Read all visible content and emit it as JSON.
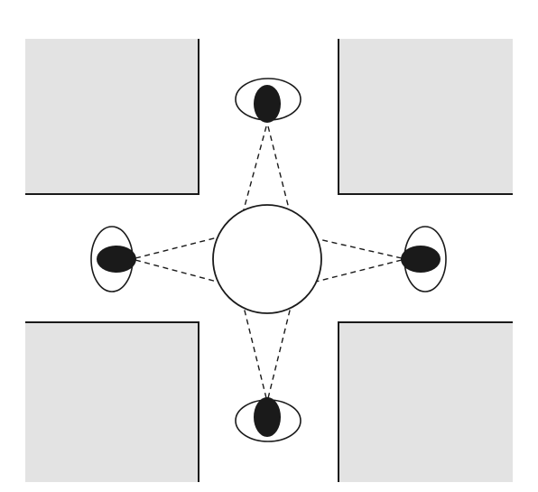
{
  "diagram": {
    "type": "intersection-viewpoints",
    "observers": [
      "top",
      "left",
      "right",
      "bottom"
    ],
    "colors": {
      "block_fill": "#e3e3e3",
      "line": "#1a1a1a",
      "pupil": "#1a1a1a",
      "background": "#ffffff"
    }
  }
}
